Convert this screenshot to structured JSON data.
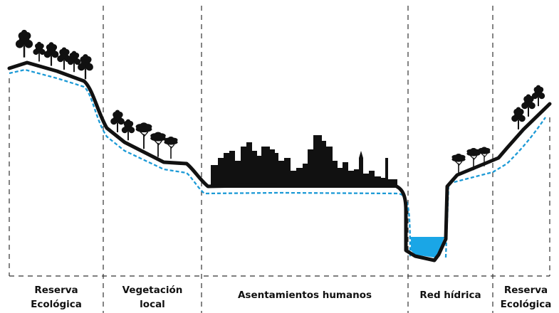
{
  "zones": [
    {
      "line1": "Reserva",
      "line2": "Ecológica"
    },
    {
      "line1": "Vegetación",
      "line2": "local"
    },
    {
      "line1": "Asentamientos humanos",
      "line2": ""
    },
    {
      "line1": "Red hídrica",
      "line2": ""
    },
    {
      "line1": "Reserva",
      "line2": "Ecológica"
    }
  ],
  "colors": {
    "terrain": "#111111",
    "groundwater": "#1c9ad6",
    "water": "#1aa6e6",
    "divider": "#333333"
  }
}
